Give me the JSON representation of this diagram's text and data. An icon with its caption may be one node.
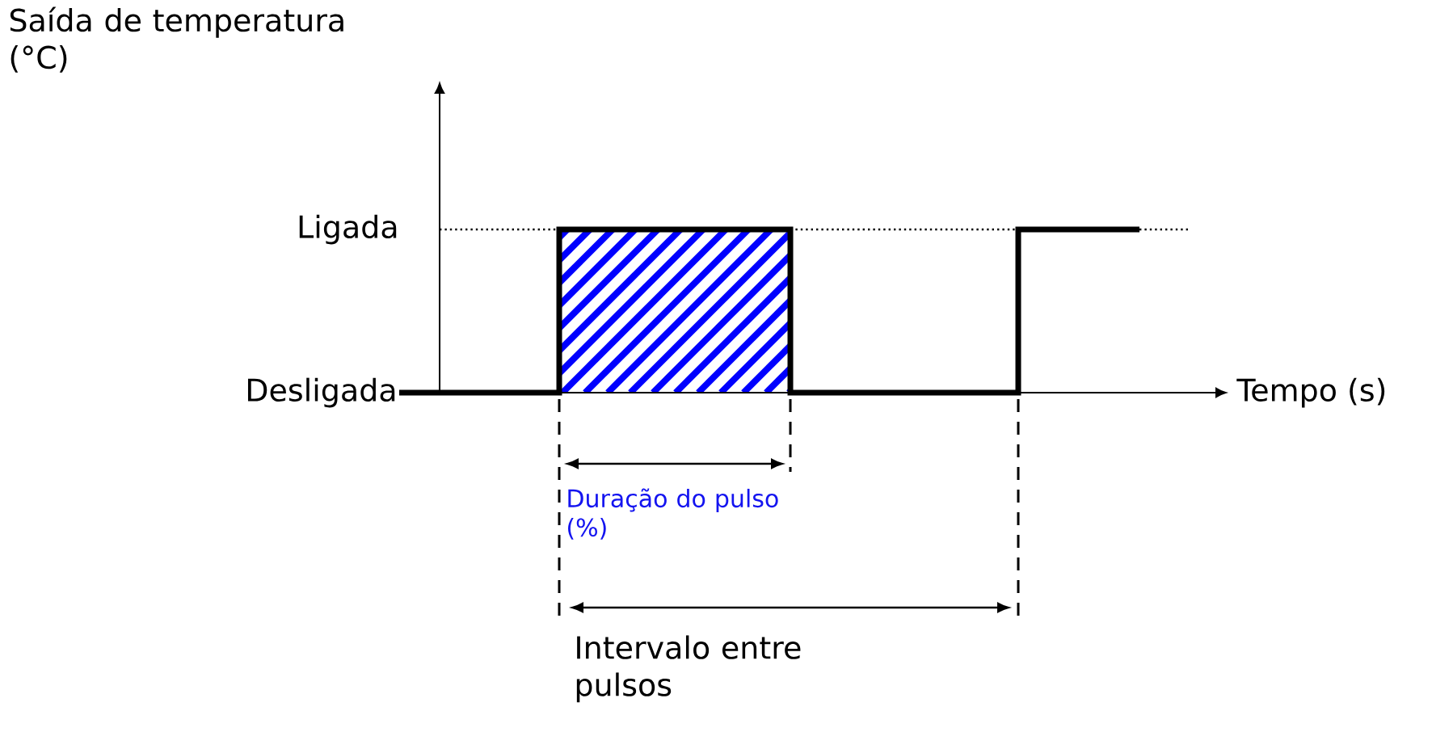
{
  "diagram": {
    "labels": [
      "Saída de temperatura (°C)",
      "Ligada",
      "Desligada",
      "Tempo (s)",
      "Duração do pulso (%)",
      "Intervalo entre pulsos"
    ]
  }
}
